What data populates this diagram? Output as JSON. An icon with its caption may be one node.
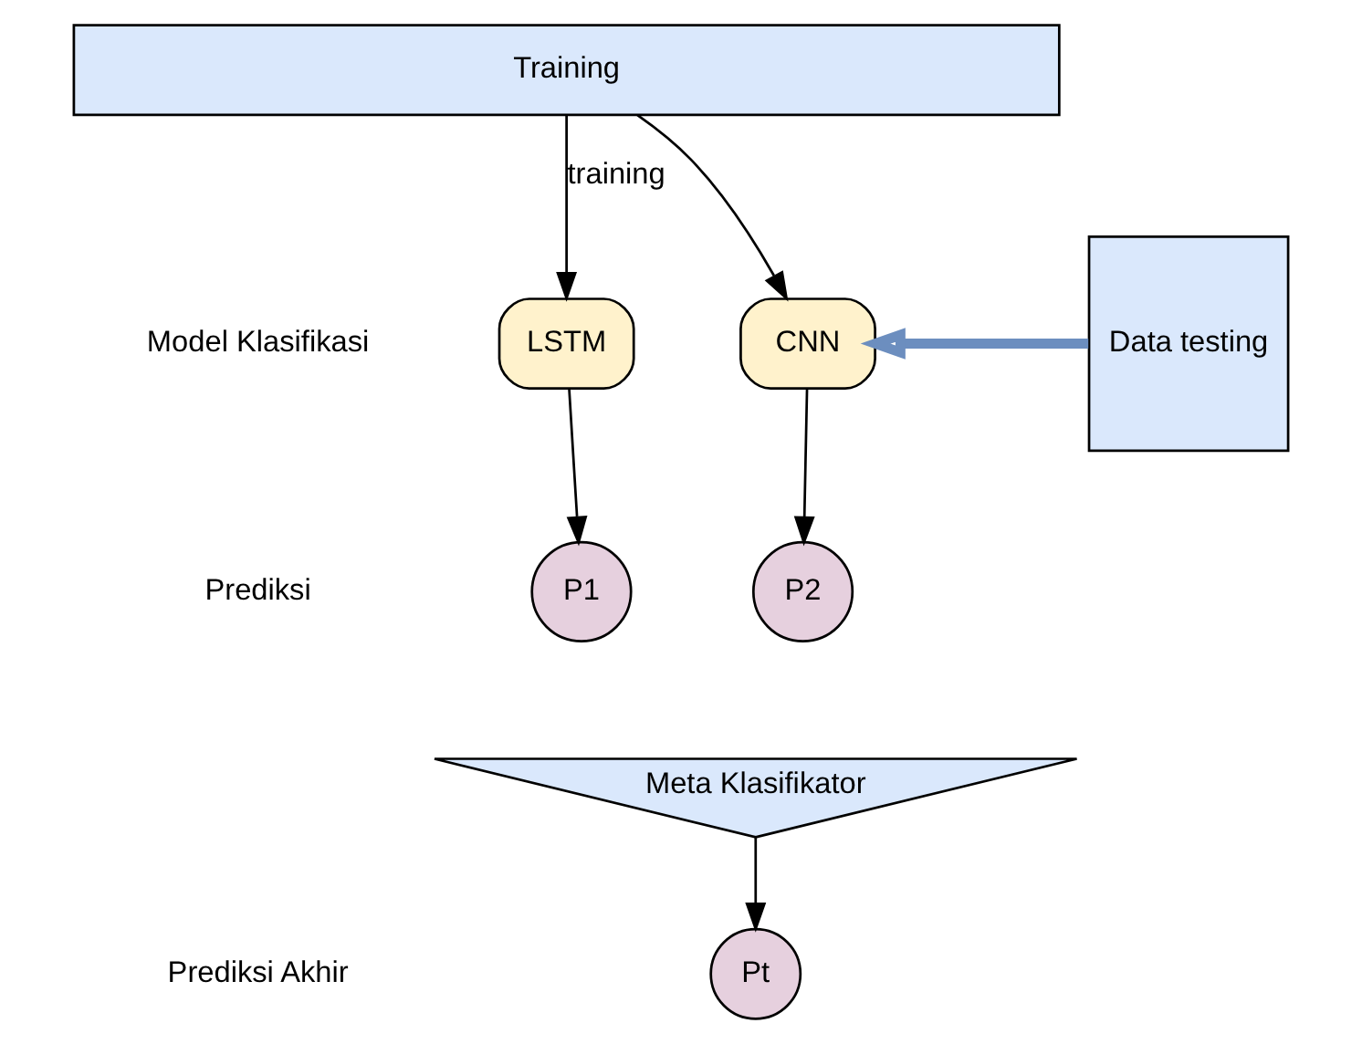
{
  "diagram": {
    "nodes": [
      {
        "text": [
          "Training"
        ]
      },
      {
        "text": [
          "LSTM"
        ]
      },
      {
        "text": [
          "CNN"
        ]
      },
      {
        "text": [
          "Data testing"
        ]
      },
      {
        "text": [
          "P1"
        ]
      },
      {
        "text": [
          "P2"
        ]
      },
      {
        "text": [
          "Meta Klasifikator"
        ]
      },
      {
        "text": [
          "Pt"
        ]
      }
    ],
    "edges": [
      {
        "from": 0,
        "to": 1,
        "arrow": "to",
        "label": "training"
      },
      {
        "from": 0,
        "to": 2,
        "arrow": "to"
      },
      {
        "from": 3,
        "to": 2,
        "arrow": "to",
        "style": "thick",
        "color": "#6c8ebf"
      },
      {
        "from": 1,
        "to": 4,
        "arrow": "to"
      },
      {
        "from": 2,
        "to": 5,
        "arrow": "to"
      },
      {
        "from": 6,
        "to": 7,
        "arrow": "to"
      }
    ],
    "labels": [
      "Model Klasifikasi",
      "Prediksi",
      "Prediksi Akhir"
    ]
  }
}
